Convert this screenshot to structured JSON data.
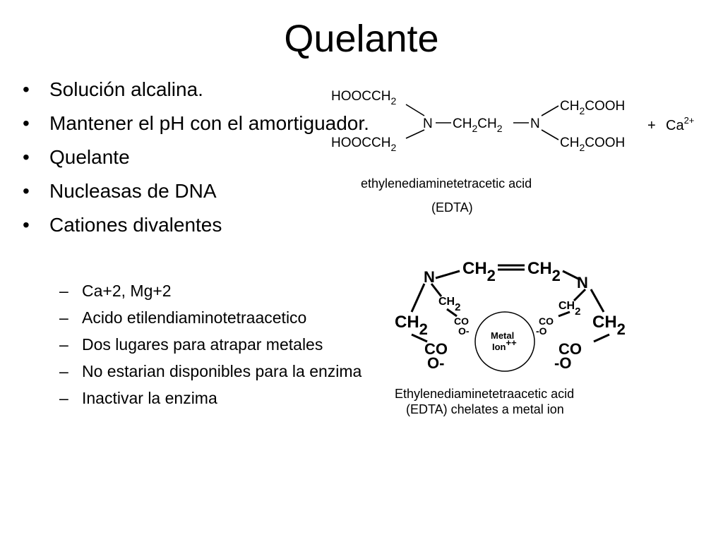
{
  "slide": {
    "title": "Quelante",
    "bullets": [
      "Solución alcalina.",
      "Mantener el pH con el amortiguador.",
      "Quelante",
      "Nucleasas de DNA",
      "Cationes divalentes"
    ],
    "sub_bullets": [
      "Ca+2, Mg+2",
      "Acido etilendiaminotetraacetico",
      "Dos lugares para atrapar metales",
      "No estarian disponibles para la enzima",
      "Inactivar la enzima"
    ]
  },
  "edta_structure": {
    "left_top_group": "HOOCCH",
    "left_bottom_group": "HOOCCH",
    "sub_2": "2",
    "n_atom": "N",
    "bridge_ch": "CH",
    "right_top_group": "CH",
    "right_top_suffix": "COOH",
    "right_bottom_group": "CH",
    "right_bottom_suffix": "COOH",
    "plus": "+",
    "ion": "Ca",
    "ion_charge": "2+",
    "name": "ethylenediaminetetracetic acid",
    "abbrev": "(EDTA)"
  },
  "chelate_structure": {
    "n_atom": "N",
    "ch": "CH",
    "sub_2": "2",
    "co": "CO",
    "o_minus_right": "O-",
    "o_minus_left": "-O",
    "co_minus": "-",
    "metal_line1": "Metal",
    "metal_line2": "Ion",
    "metal_charge": "++",
    "caption_line1": "Ethylenediaminetetraacetic acid",
    "caption_line2": "(EDTA) chelates a metal ion"
  }
}
